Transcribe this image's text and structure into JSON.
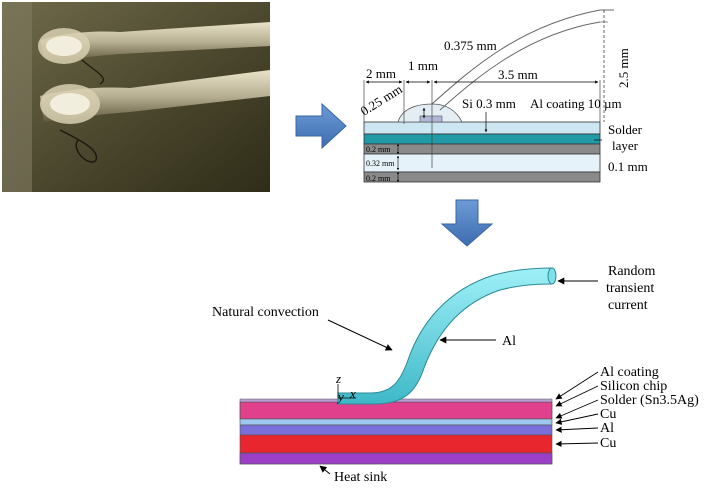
{
  "photo": {
    "description_icon": "bond-wire-photo"
  },
  "arrows": {
    "color": "#4f81bd"
  },
  "schematic": {
    "dim_2mm": "2 mm",
    "dim_1mm": "1 mm",
    "dim_0375": "0.375 mm",
    "dim_35": "3.5 mm",
    "dim_025": "0.25 mm",
    "dim_25": "2.5 mm",
    "si": "Si 0.3 mm",
    "al_coating": "Al coating 10 µm",
    "solder_layer_1": "Solder",
    "solder_layer_2": "layer",
    "solder_thk": "0.1 mm",
    "t1": "0.2 mm",
    "t2": "0.32 mm",
    "t3": "0.2 mm"
  },
  "model": {
    "random_current_1": "Random",
    "random_current_2": "transient",
    "random_current_3": "current",
    "natural_convection": "Natural convection",
    "al_wire": "Al",
    "axis_z": "z",
    "axis_x": "x",
    "axis_y": "y",
    "layers": [
      "Al coating",
      "Silicon chip",
      "Solder (Sn3.5Ag)",
      "Cu",
      "Al",
      "Cu"
    ],
    "heat_sink": "Heat sink",
    "colors": {
      "wire": "#5fd3e0",
      "magenta": "#e0408c",
      "light_blue": "#9fc8ee",
      "blue_violet": "#7a6ed8",
      "red": "#e8262d",
      "purple": "#9c3fc8"
    }
  }
}
